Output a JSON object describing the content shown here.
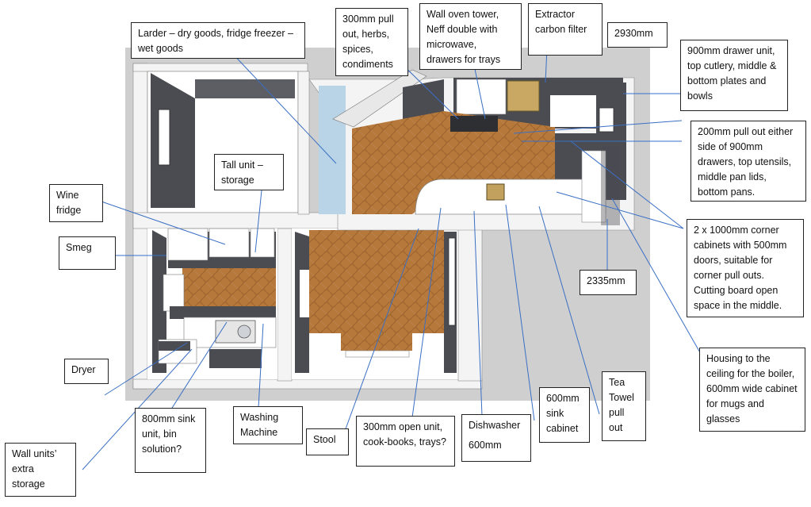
{
  "labels": {
    "larder": "Larder – dry goods, fridge freezer – wet goods",
    "pullout300": "300mm pull out, herbs, spices, condiments",
    "oven_tower": "Wall oven tower, Neff double with microwave, drawers for trays",
    "extractor": "Extractor carbon filter",
    "dim_2930": "2930mm",
    "drawer900": "900mm drawer unit, top cutlery, middle & bottom plates and bowls",
    "pullout200": "200mm pull out either side of 900mm drawers, top utensils, middle pan lids, bottom pans.",
    "corner_cabinets": "2 x 1000mm corner cabinets with 500mm doors, suitable for corner pull outs. Cutting board open space in the middle.",
    "dim_2335": "2335mm",
    "boiler": "Housing to the ceiling for the boiler, 600mm wide cabinet for mugs and glasses",
    "tall_unit": "Tall unit – storage",
    "wine_fridge": "Wine fridge",
    "smeg": "Smeg",
    "dryer": "Dryer",
    "wall_units": "Wall units’ extra storage",
    "sink800": "800mm sink unit, bin solution?",
    "washing_machine": "Washing Machine",
    "stool": "Stool",
    "open_unit300": "300mm open unit, cook-books, trays?",
    "dishwasher": "Dishwasher",
    "dishwasher_size": "600mm",
    "sink_cabinet": "600mm sink cabinet",
    "tea_towel": "Tea Towel pull out"
  },
  "colors": {
    "wall_dark": "#4a4c52",
    "wall_white": "#f7f7f7",
    "floor_wood": "#b5783a",
    "backdrop": "#d0d0d0",
    "leader_line": "#3a6fc4"
  }
}
